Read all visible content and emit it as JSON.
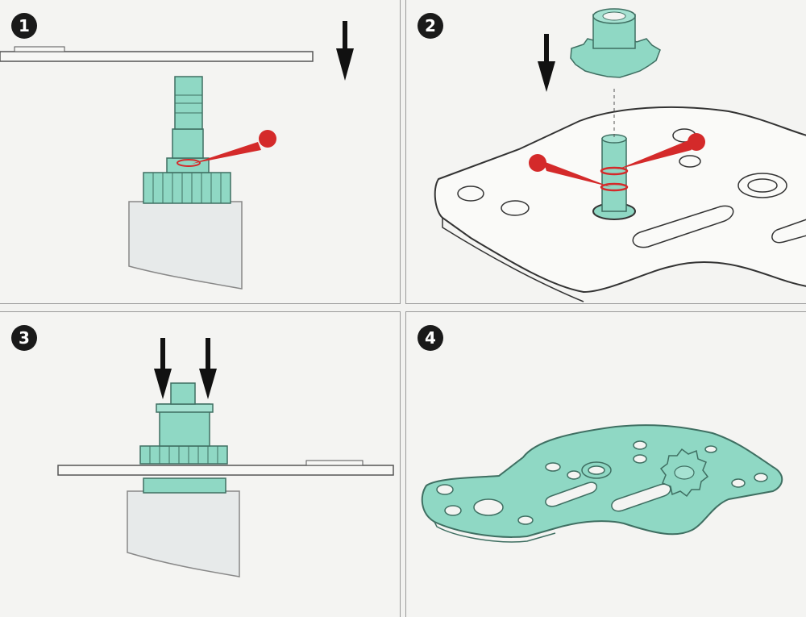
{
  "steps": [
    {
      "number": "1"
    },
    {
      "number": "2"
    },
    {
      "number": "3"
    },
    {
      "number": "4"
    }
  ],
  "colors": {
    "part": "#8fd8c4",
    "part_stroke": "#3f6f62",
    "grease": "#d42a2a",
    "plate_outline": "#333333",
    "housing": "#e6e9e8",
    "arrow": "#111111"
  },
  "icons": {
    "arrow": "arrow-down-icon",
    "grease": "grease-applicator-icon"
  }
}
